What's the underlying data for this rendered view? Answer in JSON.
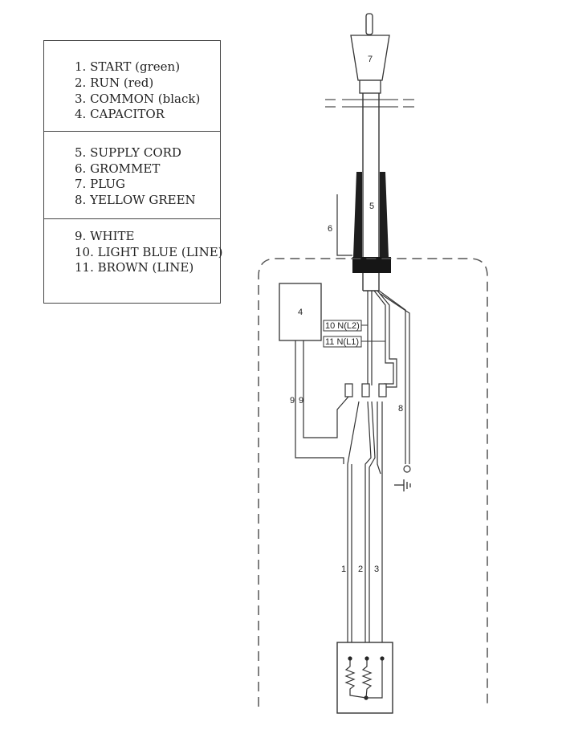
{
  "legend": {
    "groups": [
      {
        "items": [
          "1. START (green)",
          "2. RUN (red)",
          "3. COMMON (black)",
          "4. CAPACITOR"
        ]
      },
      {
        "items": [
          "5. SUPPLY CORD",
          "6. GROMMET",
          "7. PLUG",
          "8. YELLOW GREEN"
        ]
      },
      {
        "items": [
          "9. WHITE",
          "10. LIGHT BLUE (LINE)",
          "11. BROWN (LINE)"
        ]
      }
    ]
  },
  "callouts": {
    "plug": "7",
    "supply_cord": "5",
    "grommet": "6",
    "capacitor": "4",
    "neutral_l2": "10 N(L2)",
    "neutral_l1": "11 N(L1)",
    "white_a": "9",
    "white_b": "9",
    "yellow_green": "8",
    "start": "1",
    "run": "2",
    "common": "3"
  }
}
